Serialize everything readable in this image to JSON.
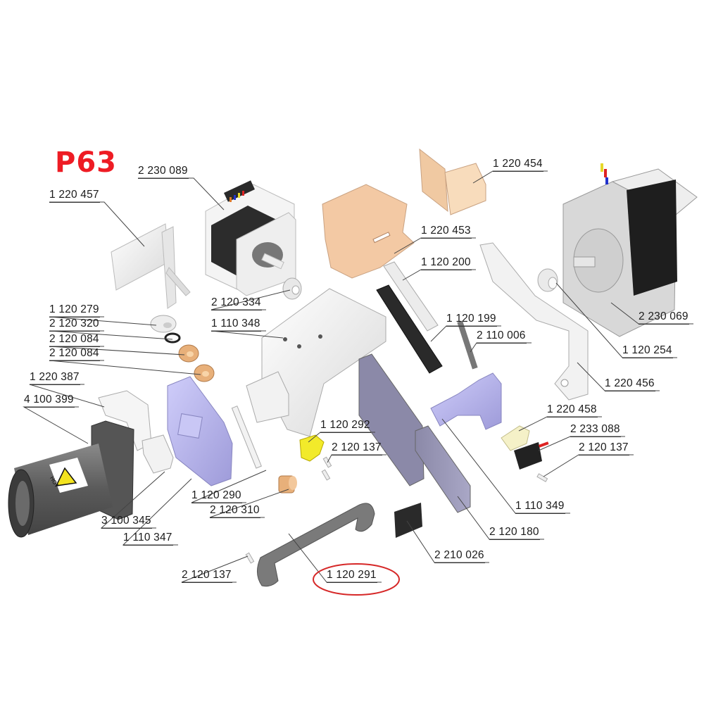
{
  "diagram": {
    "title": "P63",
    "highlighted_part": "1 120 291",
    "colors": {
      "title": "#ee1c24",
      "highlight_ring": "#d62828",
      "lavender_part": "#b7b5ee",
      "motor_black": "#222222",
      "copper": "#e8b07a",
      "yellow_part": "#f2ea2a",
      "gray_handle": "#7a7a7a",
      "peach_plate": "#f3c9a4"
    },
    "parts": [
      {
        "id": "1 220 457"
      },
      {
        "id": "2 230 089"
      },
      {
        "id": "1 220 454"
      },
      {
        "id": "1 220 453"
      },
      {
        "id": "1 120 200"
      },
      {
        "id": "2 120 334"
      },
      {
        "id": "1 110 348"
      },
      {
        "id": "1 120 279"
      },
      {
        "id": "2 120 320"
      },
      {
        "id": "2 120 084"
      },
      {
        "id": "2 120 084"
      },
      {
        "id": "1 120 199"
      },
      {
        "id": "2 110 006"
      },
      {
        "id": "2 230 069"
      },
      {
        "id": "1 120 254"
      },
      {
        "id": "1 220 456"
      },
      {
        "id": "1 220 387"
      },
      {
        "id": "4 100 399"
      },
      {
        "id": "1 120 292"
      },
      {
        "id": "2 120 137"
      },
      {
        "id": "1 220 458"
      },
      {
        "id": "2 233 088"
      },
      {
        "id": "2 120 137"
      },
      {
        "id": "1 120 290"
      },
      {
        "id": "2 120 310"
      },
      {
        "id": "3 100 345"
      },
      {
        "id": "1 110 347"
      },
      {
        "id": "1 110 349"
      },
      {
        "id": "2 120 180"
      },
      {
        "id": "2 210 026"
      },
      {
        "id": "2 120 137"
      },
      {
        "id": "1 120 291"
      }
    ],
    "warning_label": "HOT"
  }
}
